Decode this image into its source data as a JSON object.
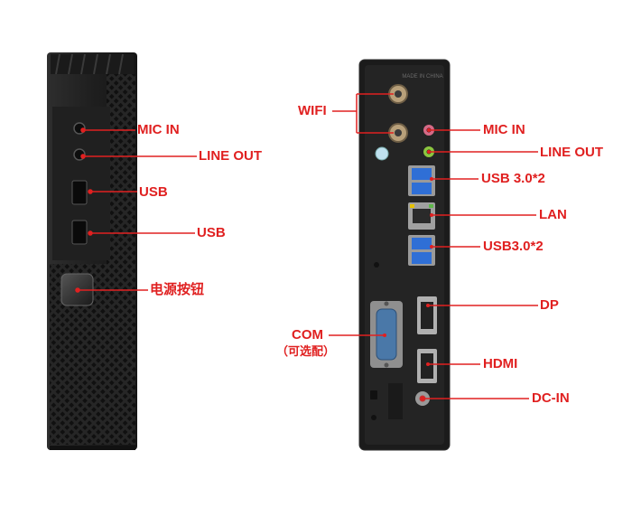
{
  "colors": {
    "callout": "#e02020",
    "case_dark": "#1c1c1c",
    "case_mid": "#2a2a2a",
    "port_blue": "#2f6fd6",
    "mic_pink": "#d76a86",
    "line_green": "#8cc63f"
  },
  "front_panel": {
    "labels": {
      "mic_in": "MIC  IN",
      "line_out": "LINE OUT",
      "usb_1": "USB",
      "usb_2": "USB",
      "power_button": "电源按钮"
    }
  },
  "rear_panel": {
    "imprint": "MADE IN CHINA",
    "labels": {
      "wifi": "WIFI",
      "mic_in": "MIC  IN",
      "line_out": "LINE OUT",
      "usb30_a": "USB 3.0*2",
      "lan": "LAN",
      "usb30_b": "USB3.0*2",
      "dp": "DP",
      "com": "COM",
      "com_note": "（可选配）",
      "hdmi": "HDMI",
      "dc_in": "DC-IN"
    }
  }
}
